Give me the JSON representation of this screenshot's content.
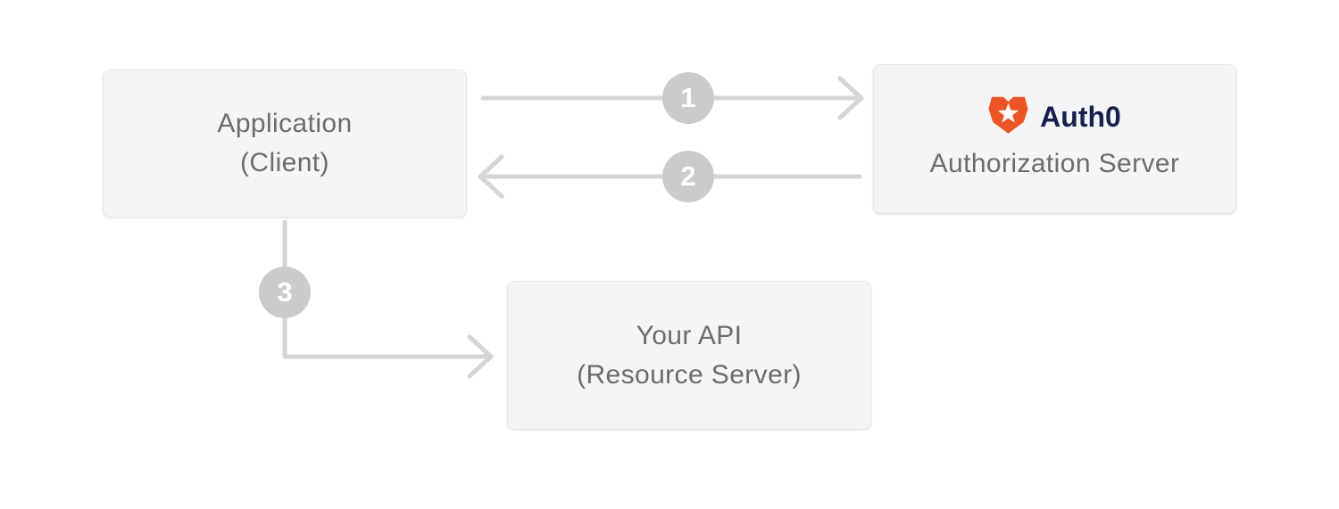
{
  "nodes": {
    "application": {
      "title": "Application",
      "subtitle": "(Client)"
    },
    "authorization_server": {
      "brand": "Auth0",
      "title": "Authorization Server"
    },
    "api": {
      "title": "Your API",
      "subtitle": "(Resource Server)"
    }
  },
  "steps": [
    {
      "number": "1",
      "from": "Application (Client)",
      "to": "Auth0 Authorization Server"
    },
    {
      "number": "2",
      "from": "Auth0 Authorization Server",
      "to": "Application (Client)"
    },
    {
      "number": "3",
      "from": "Application (Client)",
      "to": "Your API (Resource Server)"
    }
  ],
  "icons": {
    "auth0_logo": "auth0-shield-star-icon"
  },
  "colors": {
    "auth0_orange": "#EB5424",
    "auth0_navy": "#16214D",
    "box_fill": "#F4F5F7",
    "box_border": "#E5E7EA",
    "label_gray": "#6B6C6E",
    "connector_gray": "#D3D5D7",
    "badge_gray": "#C9CBCD",
    "badge_number_white": "#FFFFFF",
    "background": "#FFFFFF"
  }
}
